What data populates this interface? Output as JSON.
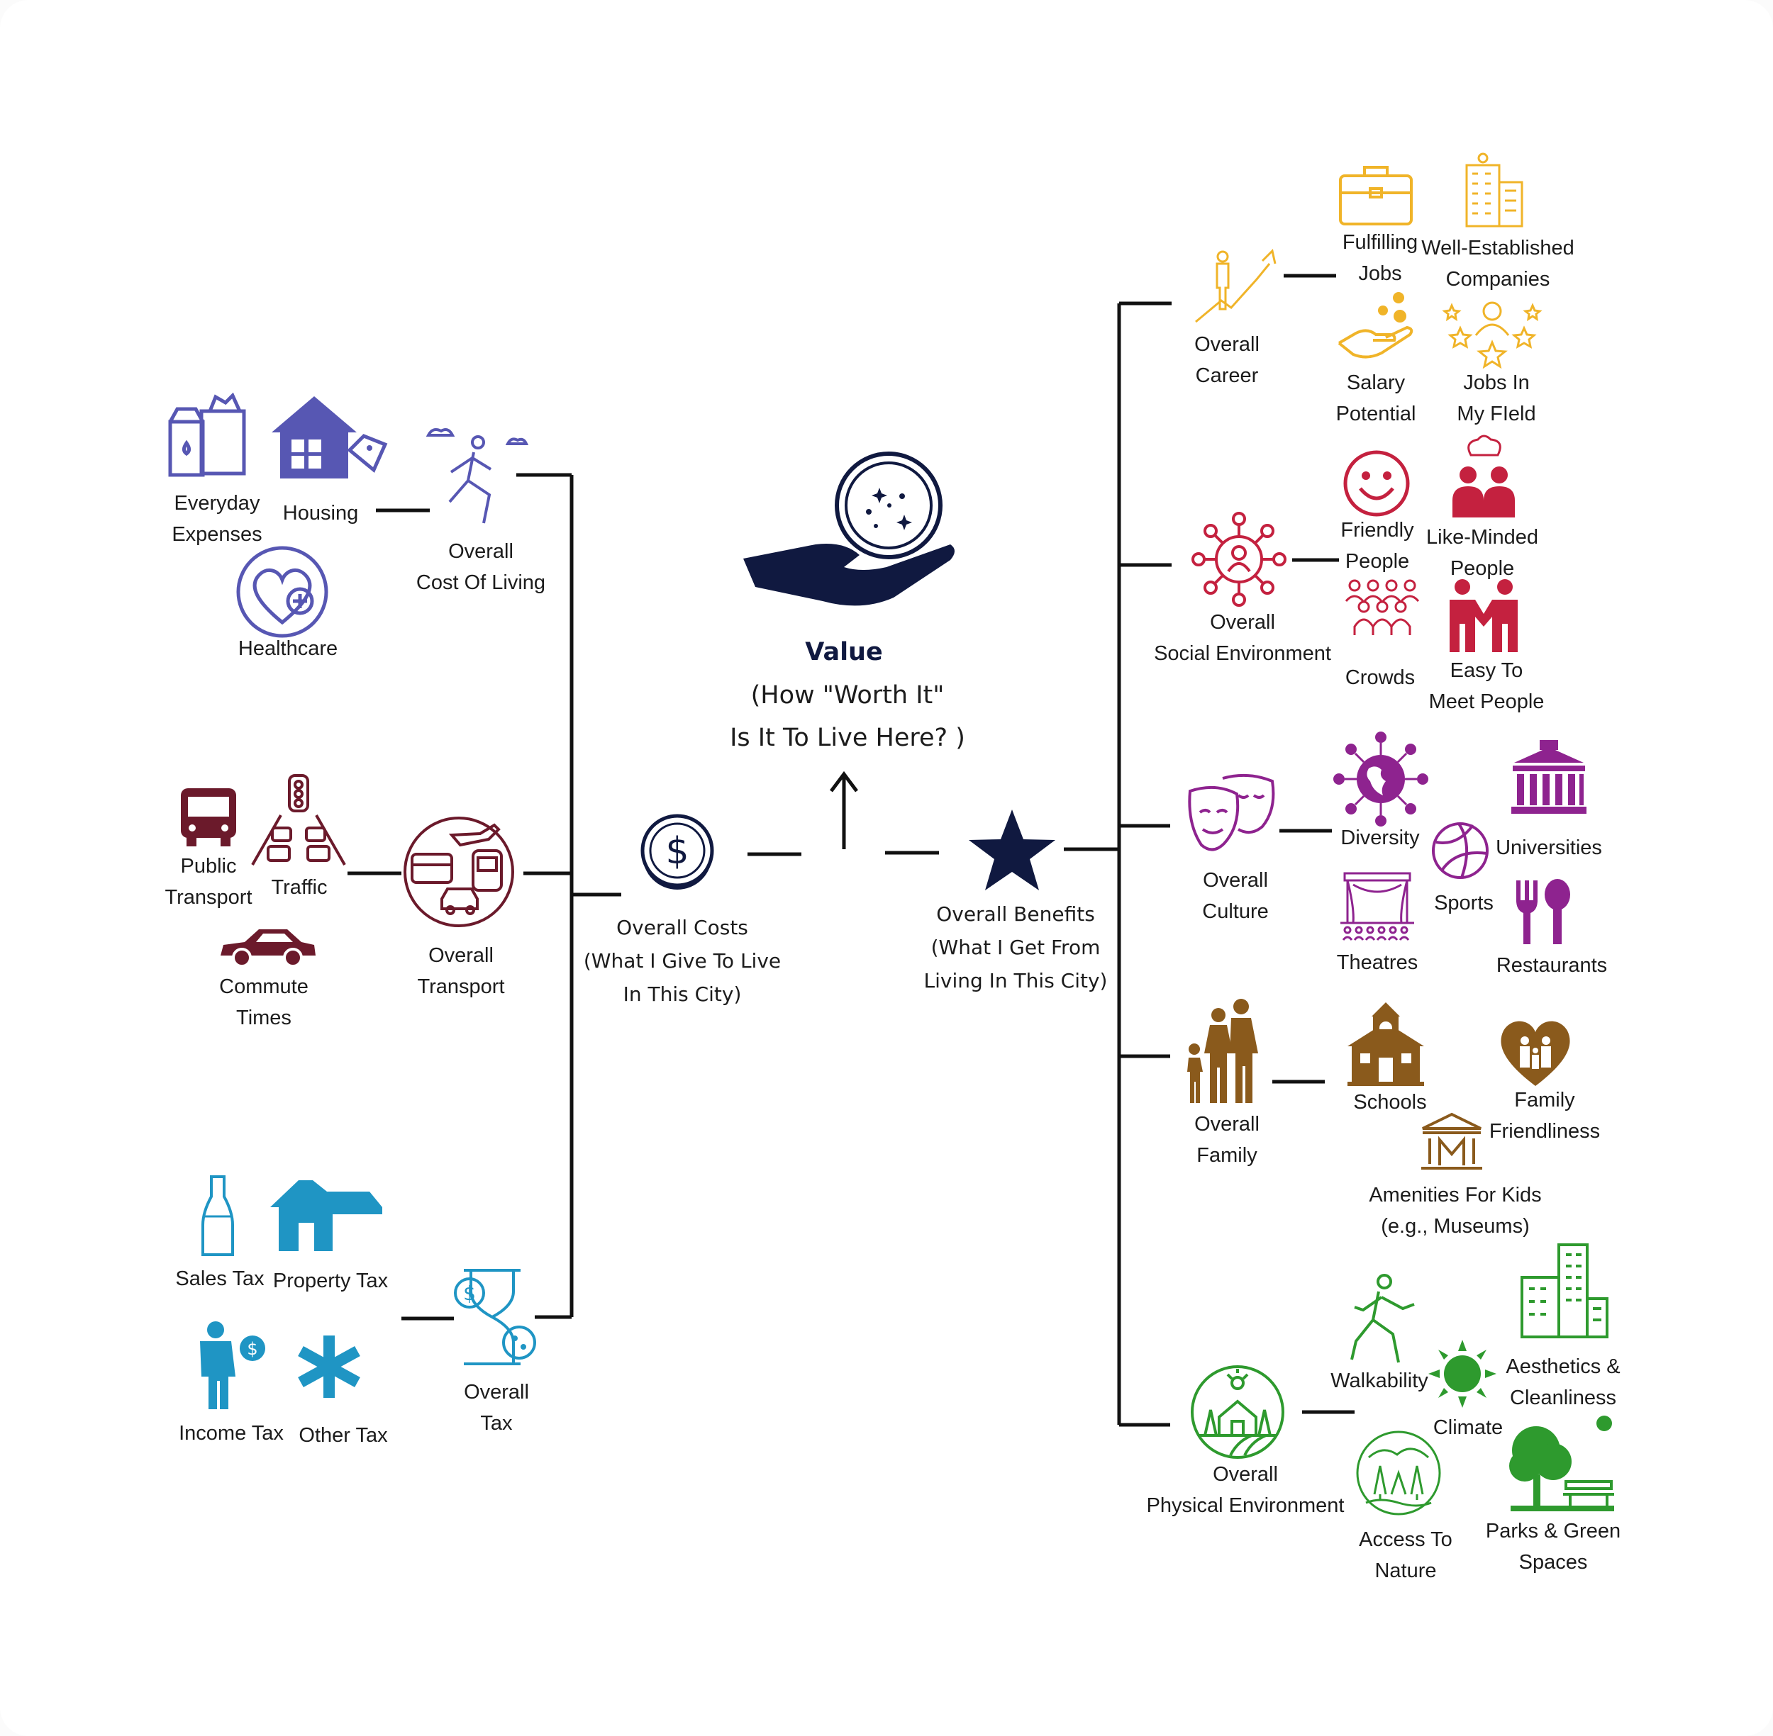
{
  "value": {
    "title": "Value",
    "subtitle_1": "(How \"Worth It\"",
    "subtitle_2": "Is It To Live Here? )"
  },
  "costs": {
    "title": "Overall Costs",
    "line_1": "(What I Give To Live",
    "line_2": "In This City)"
  },
  "benefits": {
    "title": "Overall Benefits",
    "line_1": "(What I Get From",
    "line_2": "Living In This City)"
  },
  "cost_of_living": {
    "label_1": "Overall",
    "label_2": "Cost Of Living",
    "color": "#5757b3",
    "items": {
      "everyday_1": "Everyday",
      "everyday_2": "Expenses",
      "housing": "Housing",
      "healthcare": "Healthcare"
    }
  },
  "transport": {
    "label_1": "Overall",
    "label_2": "Transport",
    "color": "#6b1a2b",
    "items": {
      "public_1": "Public",
      "public_2": "Transport",
      "traffic": "Traffic",
      "commute_1": "Commute",
      "commute_2": "Times"
    }
  },
  "tax": {
    "label_1": "Overall",
    "label_2": "Tax",
    "color": "#1f95c4",
    "items": {
      "sales": "Sales Tax",
      "property": "Property Tax",
      "income": "Income Tax",
      "other": "Other Tax"
    }
  },
  "career": {
    "label_1": "Overall",
    "label_2": "Career",
    "color": "#f0b429",
    "items": {
      "fulfilling_1": "Fulfilling",
      "fulfilling_2": "Jobs",
      "established_1": "Well-Established",
      "established_2": "Companies",
      "salary_1": "Salary",
      "salary_2": "Potential",
      "field_1": "Jobs In",
      "field_2": "My FIeld"
    }
  },
  "social": {
    "label_1": "Overall",
    "label_2": "Social Environment",
    "color": "#c4213f",
    "items": {
      "friendly_1": "Friendly",
      "friendly_2": "People",
      "likeminded_1": "Like-Minded",
      "likeminded_2": "People",
      "crowds": "Crowds",
      "meet_1": "Easy To",
      "meet_2": "Meet People"
    }
  },
  "culture": {
    "label_1": "Overall",
    "label_2": "Culture",
    "color": "#8e238f",
    "items": {
      "diversity": "Diversity",
      "universities": "Universities",
      "sports": "Sports",
      "theatres": "Theatres",
      "restaurants": "Restaurants"
    }
  },
  "family": {
    "label_1": "Overall",
    "label_2": "Family",
    "color": "#8a5a1c",
    "items": {
      "schools": "Schools",
      "friendliness_1": "Family",
      "friendliness_2": "Friendliness",
      "amenities_1": "Amenities For Kids",
      "amenities_2": "(e.g., Museums)"
    }
  },
  "physical": {
    "label_1": "Overall",
    "label_2": "Physical Environment",
    "color": "#2e9a2e",
    "items": {
      "walkability": "Walkability",
      "aesthetics_1": "Aesthetics &",
      "aesthetics_2": "Cleanliness",
      "climate": "Climate",
      "nature_1": "Access To",
      "nature_2": "Nature",
      "parks_1": "Parks & Green",
      "parks_2": "Spaces"
    }
  },
  "colors": {
    "navy": "#101940",
    "line": "#111111"
  }
}
